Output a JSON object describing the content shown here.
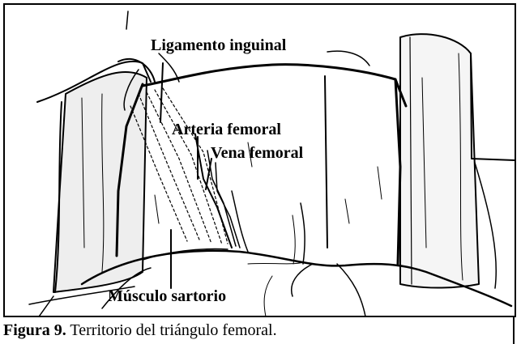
{
  "labels": {
    "inguinal_ligament": "Ligamento inguinal",
    "femoral_artery": "Arteria femoral",
    "femoral_vein": "Vena femoral",
    "sartorius": "Músculo sartorio"
  },
  "caption": {
    "number": "Figura 9.",
    "text": "Territorio del triángulo femoral."
  }
}
